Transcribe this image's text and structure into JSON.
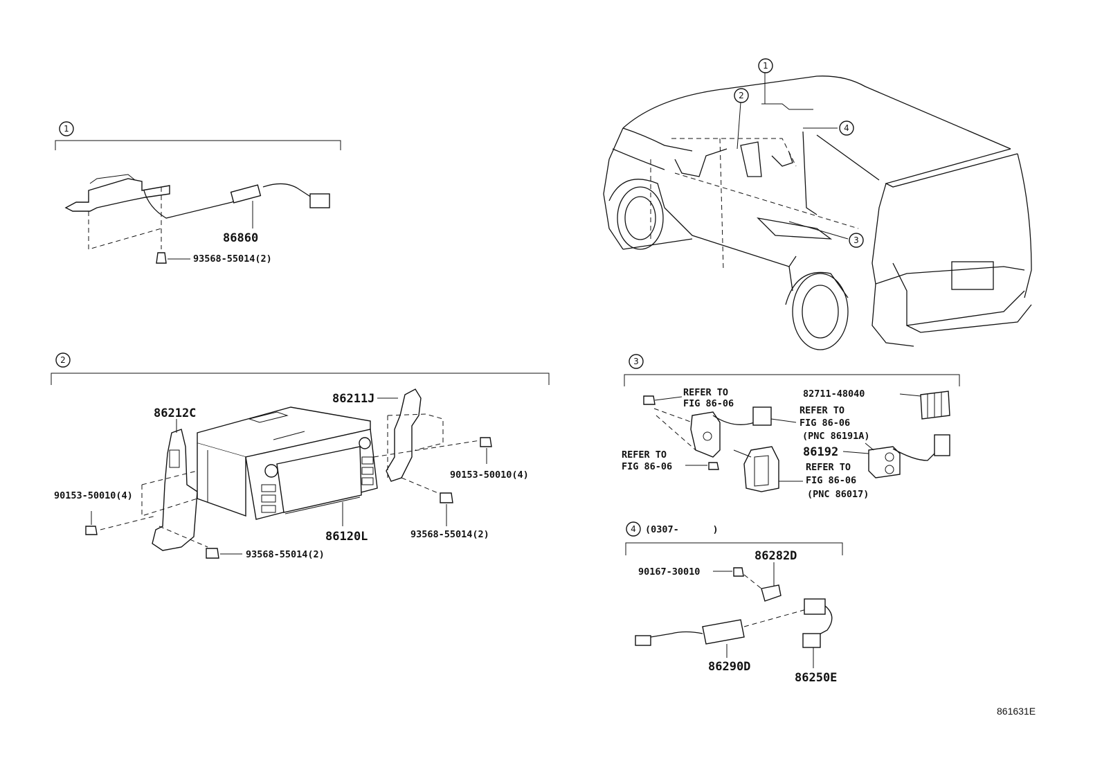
{
  "figure_id": "861631E",
  "vehicle": {
    "callouts": [
      "1",
      "2",
      "3",
      "4"
    ]
  },
  "sections": {
    "s1": {
      "number": "1",
      "parts": [
        "86860",
        "93568-55014(2)"
      ]
    },
    "s2": {
      "number": "2",
      "parts": [
        "86211J",
        "86212C",
        "90153-50010(4)",
        "90153-50010(4)",
        "93568-55014(2)",
        "86120L",
        "93568-55014(2)"
      ]
    },
    "s3": {
      "number": "3",
      "refer_a": [
        "REFER TO",
        "FIG 86-06"
      ],
      "refer_b": [
        "REFER TO",
        "FIG 86-06",
        "(PNC 86191A)"
      ],
      "refer_c": [
        "REFER TO",
        "FIG 86-06"
      ],
      "refer_d": [
        "REFER TO",
        "FIG 86-06",
        "(PNC 86017)"
      ],
      "parts": [
        "82711-48040",
        "86192"
      ]
    },
    "s4": {
      "number": "4",
      "range": "(0307-      )",
      "parts": [
        "86282D",
        "90167-30010",
        "86290D",
        "86250E"
      ]
    }
  }
}
